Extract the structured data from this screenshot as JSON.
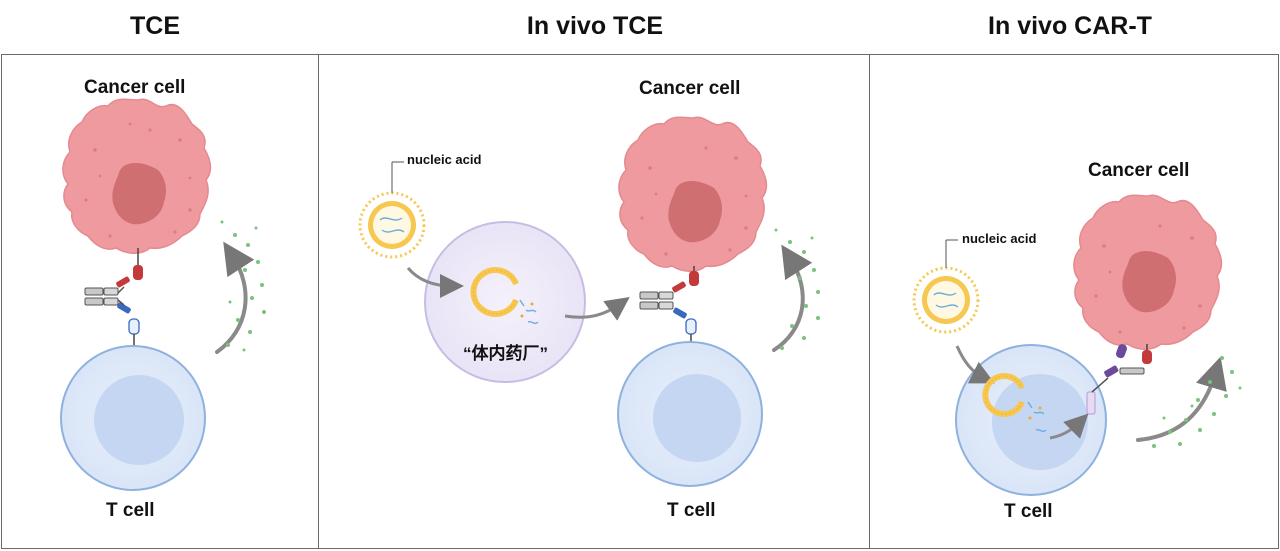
{
  "columns": [
    {
      "title": "TCE",
      "cancer_label": "Cancer cell",
      "tcell_label": "T cell"
    },
    {
      "title": "In vivo TCE",
      "cancer_label": "Cancer cell",
      "tcell_label": "T cell",
      "nucleic_label": "nucleic acid",
      "factory_label": "“体内药厂”"
    },
    {
      "title": "In vivo CAR-T",
      "cancer_label": "Cancer cell",
      "tcell_label": "T cell",
      "nucleic_label": "nucleic acid"
    }
  ],
  "colors": {
    "cancer_fill": "#ef9a9f",
    "cancer_nucleus": "#d06f72",
    "tcell_fill": "#dfe9f9",
    "tcell_nucleus": "#c5d6f2",
    "tcell_stroke": "#8eb1de",
    "lnp_fill": "#f6c751",
    "factory_fill": "#eeeaf7",
    "factory_stroke": "#c7bde4",
    "cytokine": "#7ac27d",
    "receptor_red": "#c23a3a",
    "receptor_blue": "#3a67bf",
    "car_purple": "#6b4a9c"
  }
}
